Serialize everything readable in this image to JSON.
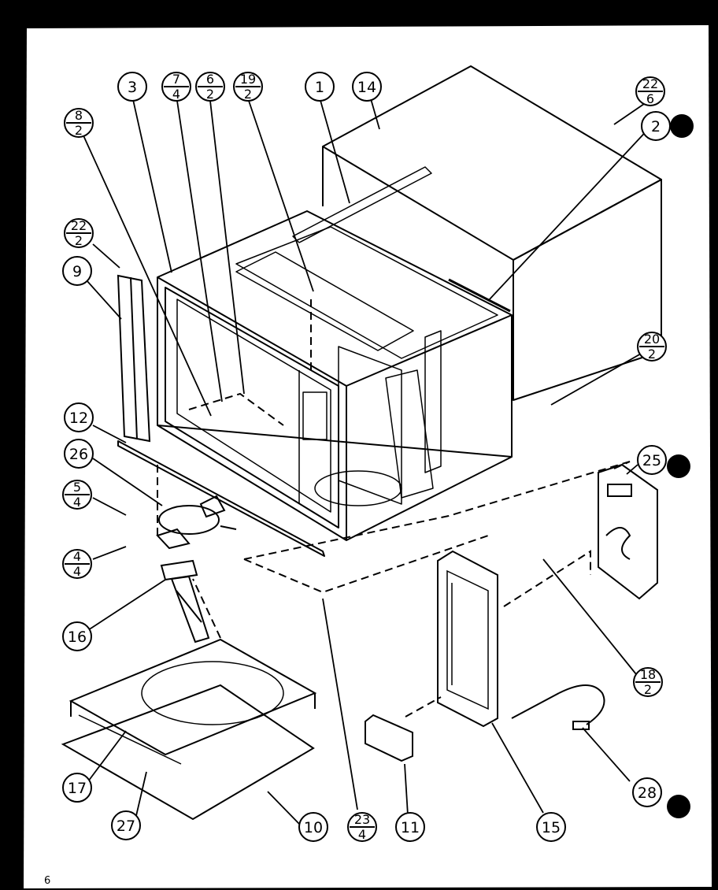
{
  "page_number": "6",
  "callouts": [
    {
      "id": "c3",
      "label": "3"
    },
    {
      "id": "c1",
      "label": "1"
    },
    {
      "id": "c14",
      "label": "14"
    },
    {
      "id": "c2",
      "label": "2"
    },
    {
      "id": "c9",
      "label": "9"
    },
    {
      "id": "c12",
      "label": "12"
    },
    {
      "id": "c26",
      "label": "26"
    },
    {
      "id": "c25",
      "label": "25"
    },
    {
      "id": "c16",
      "label": "16"
    },
    {
      "id": "c17",
      "label": "17"
    },
    {
      "id": "c27",
      "label": "27"
    },
    {
      "id": "c10",
      "label": "10"
    },
    {
      "id": "c11",
      "label": "11"
    },
    {
      "id": "c15",
      "label": "15"
    },
    {
      "id": "c28",
      "label": "28"
    }
  ],
  "fraction_callouts": [
    {
      "id": "f7_4",
      "top": "7",
      "bottom": "4"
    },
    {
      "id": "f6_2",
      "top": "6",
      "bottom": "2"
    },
    {
      "id": "f19_2",
      "top": "19",
      "bottom": "2"
    },
    {
      "id": "f8_2",
      "top": "8",
      "bottom": "2"
    },
    {
      "id": "f22_6",
      "top": "22",
      "bottom": "6"
    },
    {
      "id": "f22_2",
      "top": "22",
      "bottom": "2"
    },
    {
      "id": "f20_2",
      "top": "20",
      "bottom": "2"
    },
    {
      "id": "f5_4",
      "top": "5",
      "bottom": "4"
    },
    {
      "id": "f4_4",
      "top": "4",
      "bottom": "4"
    },
    {
      "id": "f18_2",
      "top": "18",
      "bottom": "2"
    },
    {
      "id": "f23_4",
      "top": "23",
      "bottom": "4"
    }
  ]
}
